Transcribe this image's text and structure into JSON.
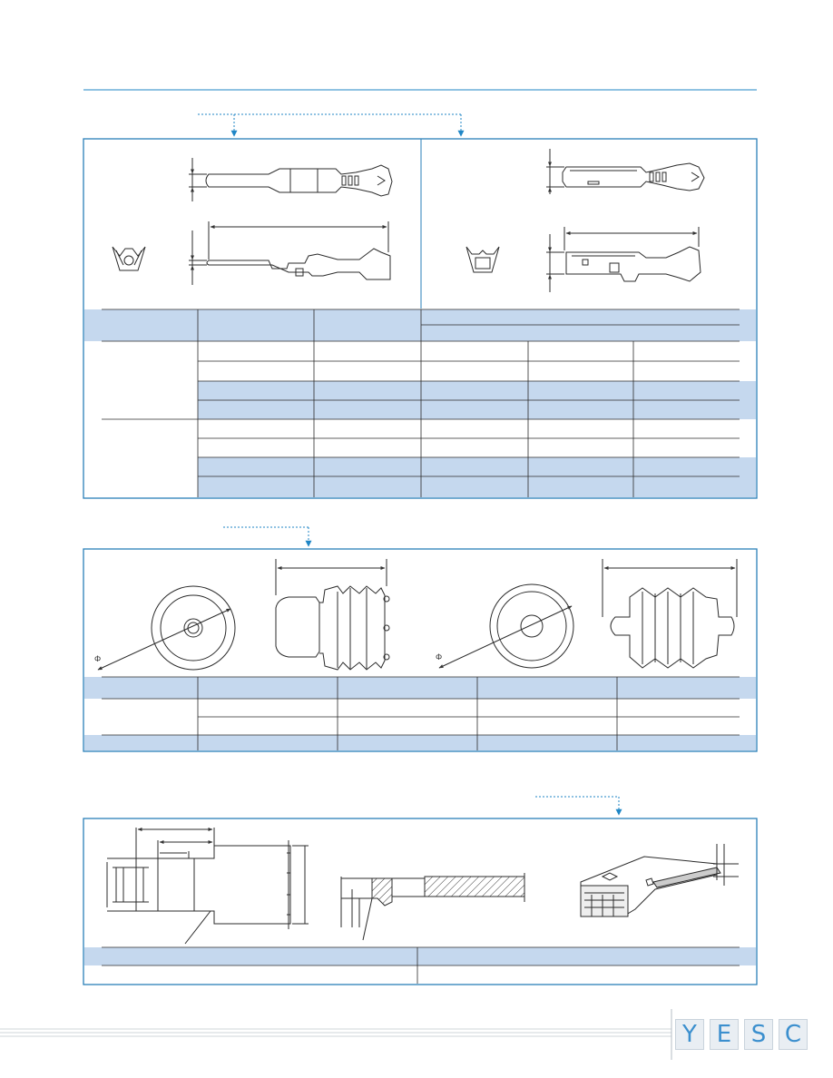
{
  "colors": {
    "accent": "#1f86c6",
    "frame": "#2a7fb8",
    "band": "#c5d8ee",
    "line": "#2b2b2b",
    "logo_box": "#e9eef3",
    "logo_text": "#3b8fce"
  },
  "logo": {
    "letters": [
      "Y",
      "E",
      "S",
      "C"
    ]
  },
  "terminals_table": {
    "header_rows": 2,
    "body_rows": 8,
    "columns": 6
  },
  "seals_table": {
    "header_rows": 1,
    "body_rows": 3,
    "columns": 5
  },
  "housing_table": {
    "header_rows": 1,
    "body_rows": 1,
    "columns": 2
  },
  "icons": [
    "male-terminal-drawing",
    "female-terminal-drawing",
    "wire-seal-drawing",
    "blind-plug-drawing",
    "housing-cavity-drawing",
    "lance-section-drawing",
    "housing-isometric-drawing",
    "yesc-logo"
  ]
}
